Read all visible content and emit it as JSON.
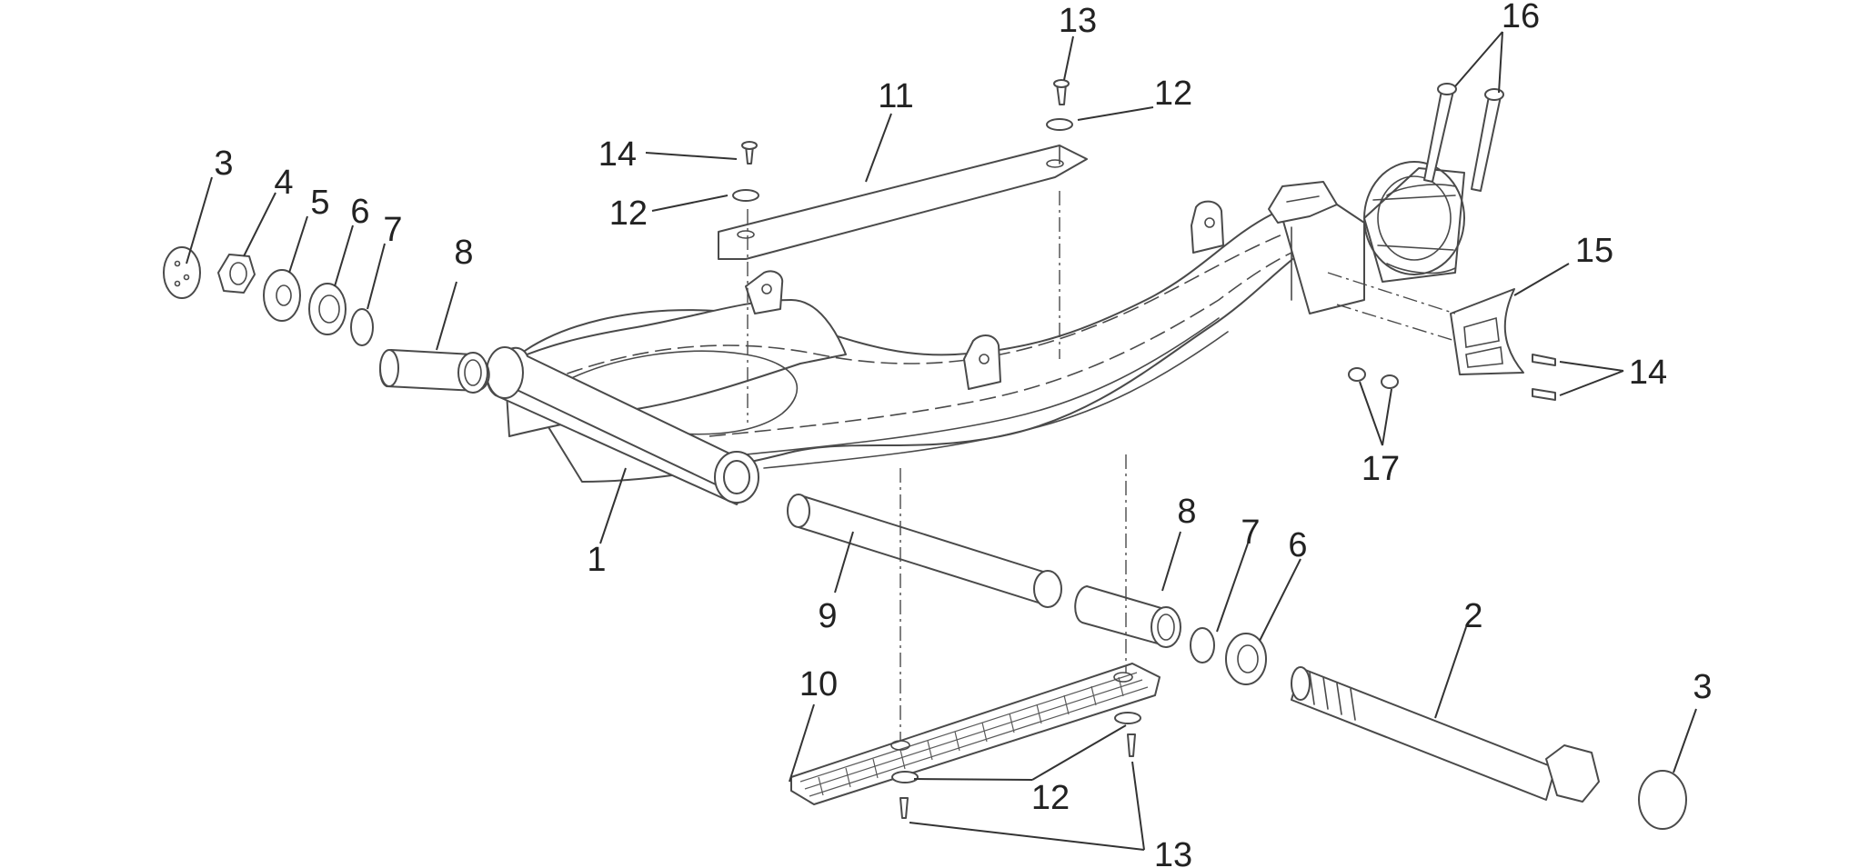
{
  "diagram": {
    "callouts": [
      {
        "id": "c1",
        "text": "1"
      },
      {
        "id": "c2",
        "text": "2"
      },
      {
        "id": "c3a",
        "text": "3"
      },
      {
        "id": "c3b",
        "text": "3"
      },
      {
        "id": "c4",
        "text": "4"
      },
      {
        "id": "c5",
        "text": "5"
      },
      {
        "id": "c6a",
        "text": "6"
      },
      {
        "id": "c6b",
        "text": "6"
      },
      {
        "id": "c7a",
        "text": "7"
      },
      {
        "id": "c7b",
        "text": "7"
      },
      {
        "id": "c8a",
        "text": "8"
      },
      {
        "id": "c8b",
        "text": "8"
      },
      {
        "id": "c9",
        "text": "9"
      },
      {
        "id": "c10",
        "text": "10"
      },
      {
        "id": "c11",
        "text": "11"
      },
      {
        "id": "c12a",
        "text": "12"
      },
      {
        "id": "c12b",
        "text": "12"
      },
      {
        "id": "c12c",
        "text": "12"
      },
      {
        "id": "c13a",
        "text": "13"
      },
      {
        "id": "c13b",
        "text": "13"
      },
      {
        "id": "c14a",
        "text": "14"
      },
      {
        "id": "c14b",
        "text": "14"
      },
      {
        "id": "c15",
        "text": "15"
      },
      {
        "id": "c16",
        "text": "16"
      },
      {
        "id": "c17",
        "text": "17"
      }
    ]
  }
}
